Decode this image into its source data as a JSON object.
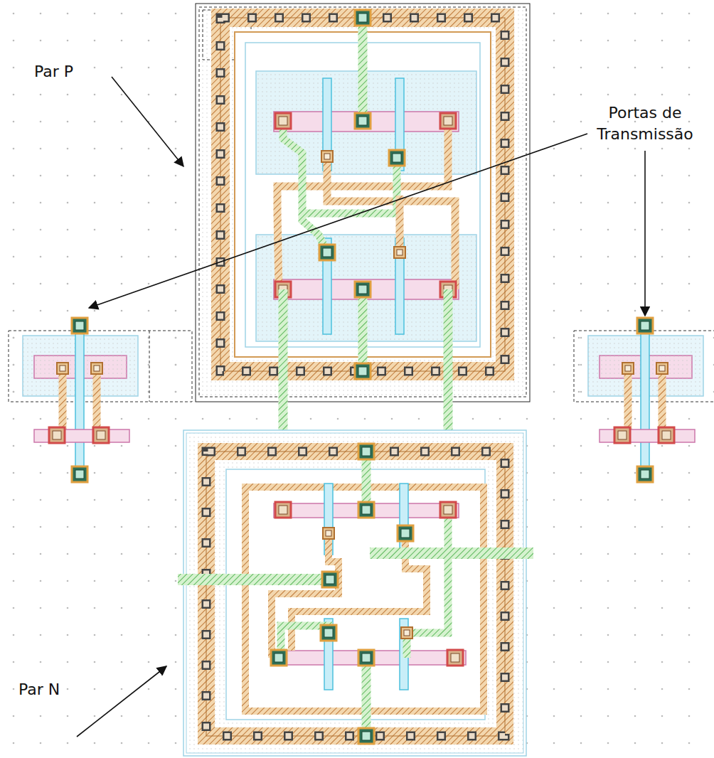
{
  "diagram": {
    "labels": [
      "Par P",
      "Portas de Transmissão",
      "Par N"
    ]
  }
}
